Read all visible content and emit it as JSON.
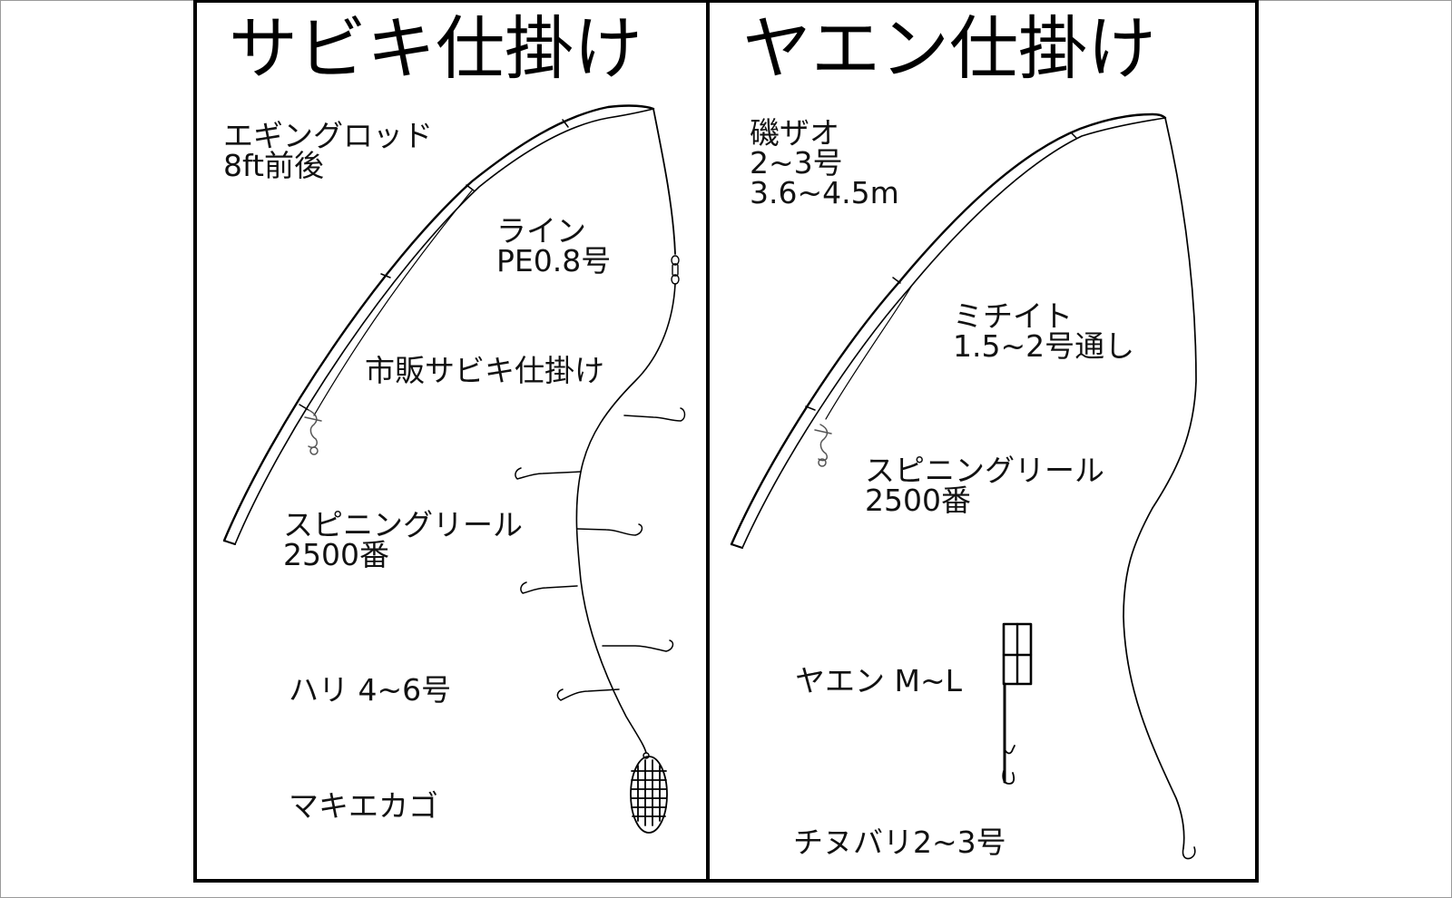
{
  "diagram": {
    "panels": [
      {
        "id": "sabiki",
        "title": "サビキ仕掛け",
        "labels": {
          "rod": {
            "line1": "エギングロッド",
            "line2": "8ft前後"
          },
          "line": {
            "line1": "ライン",
            "line2": "PE0.8号"
          },
          "rig": {
            "line1": "市販サビキ仕掛け"
          },
          "reel": {
            "line1": "スピニングリール",
            "line2": "2500番"
          },
          "hook": {
            "line1": "ハリ 4~6号"
          },
          "basket": {
            "line1": "マキエカゴ"
          }
        }
      },
      {
        "id": "yaen",
        "title": "ヤエン仕掛け",
        "labels": {
          "rod": {
            "line1": "磯ザオ",
            "line2": "2~3号",
            "line3": "3.6~4.5m"
          },
          "line": {
            "line1": "ミチイト",
            "line2": "1.5~2号通し"
          },
          "reel": {
            "line1": "スピニングリール",
            "line2": "2500番"
          },
          "yaen": {
            "line1": "ヤエン M~L"
          },
          "hook": {
            "line1": "チヌバリ2~3号"
          }
        }
      }
    ],
    "colors": {
      "ink": "#000000",
      "background": "#ffffff",
      "outer_border": "#9a9a9a"
    }
  }
}
